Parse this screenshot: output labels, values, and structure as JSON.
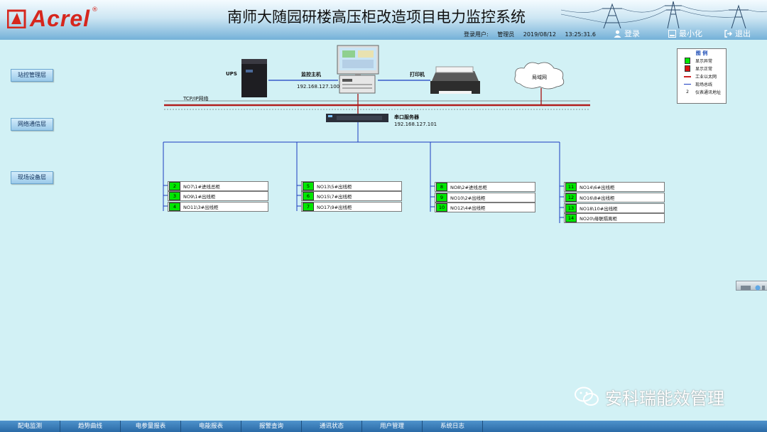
{
  "header": {
    "logo_text": "Acrel",
    "logo_reg": "®",
    "title": "南师大随园研楼高压柜改造项目电力监控系统",
    "login_label": "登录用户:",
    "login_user": "管理员",
    "date": "2019/08/12",
    "time": "13:25:31.6",
    "btn_login": "登录",
    "btn_minimize": "最小化",
    "btn_exit": "退出"
  },
  "layers": {
    "station": "站控管理层",
    "network": "网络通信层",
    "field": "现场设备层"
  },
  "devices": {
    "ups": "UPS",
    "host_label": "监控主机",
    "host_ip": "192.168.127.100",
    "printer": "打印机",
    "lan": "局域网",
    "tcp_net": "TCP/IP网络",
    "serial_label": "串口服务器",
    "serial_ip": "192.168.127.101"
  },
  "cabinets": [
    [
      {
        "num": "2",
        "name": "NO7\\1#进线总柜"
      },
      {
        "num": "3",
        "name": "NO9\\1#出线柜"
      },
      {
        "num": "4",
        "name": "NO11\\3#出线柜"
      }
    ],
    [
      {
        "num": "5",
        "name": "NO13\\5#出线柜"
      },
      {
        "num": "6",
        "name": "NO15\\7#出线柜"
      },
      {
        "num": "7",
        "name": "NO17\\9#出线柜"
      }
    ],
    [
      {
        "num": "8",
        "name": "NO8\\2#进线总柜"
      },
      {
        "num": "9",
        "name": "NO10\\2#出线柜"
      },
      {
        "num": "10",
        "name": "NO12\\4#出线柜"
      }
    ],
    [
      {
        "num": "11",
        "name": "NO14\\6#出线柜"
      },
      {
        "num": "12",
        "name": "NO16\\8#出线柜"
      },
      {
        "num": "13",
        "name": "NO18\\10#出线柜"
      },
      {
        "num": "14",
        "name": "NO20\\母联隔离柜"
      }
    ]
  ],
  "legend": {
    "title": "图 例",
    "items": [
      "显示异常",
      "显示正常",
      "工业以太网",
      "现场总线",
      "仪表通讯地址"
    ],
    "address_symbol": "2",
    "colors": {
      "abnormal": "#00e600",
      "normal": "#dd1111",
      "ethernet": "#cc2222",
      "fieldbus": "#1a3cc0"
    }
  },
  "watermark": "安科瑞能效管理",
  "nav": [
    "配电监测",
    "趋势曲线",
    "电参量报表",
    "电能报表",
    "报警查询",
    "通讯状态",
    "用户管理",
    "系统日志"
  ]
}
